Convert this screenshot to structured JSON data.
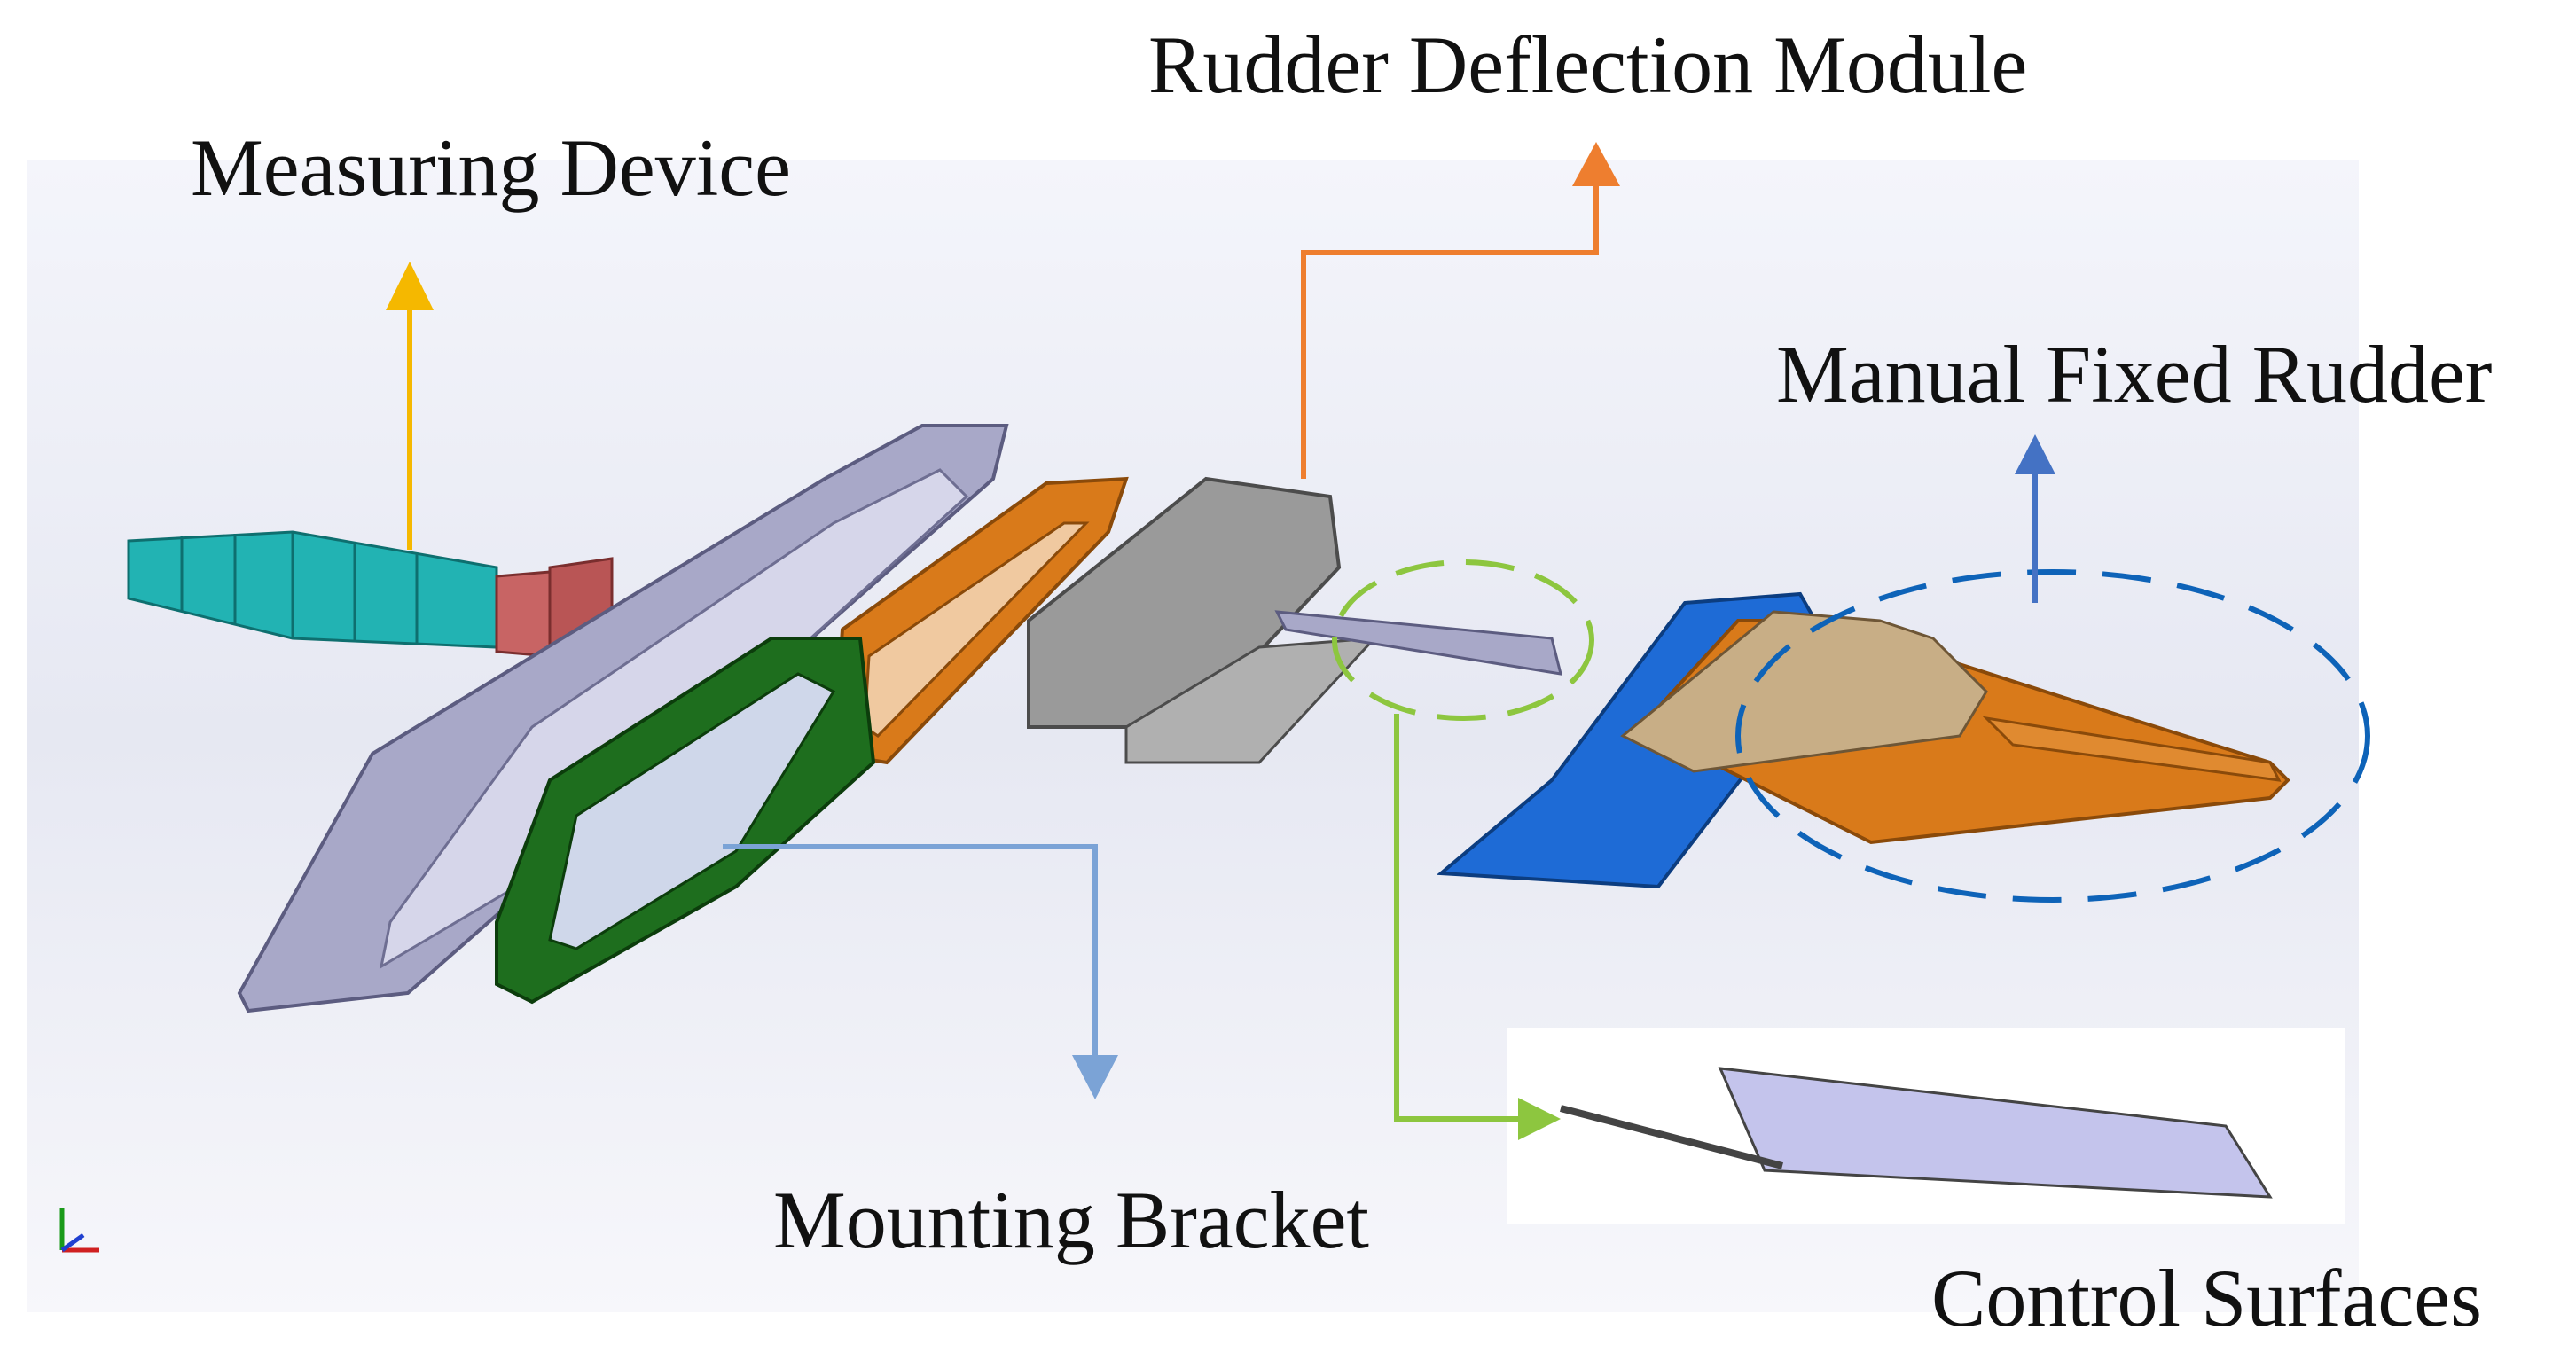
{
  "labels": {
    "measuring_device": "Measuring Device",
    "rudder_deflection_module": "Rudder Deflection Module",
    "manual_fixed_rudder": "Manual Fixed Rudder",
    "mounting_bracket": "Mounting Bracket",
    "control_surfaces": "Control Surfaces"
  },
  "colors": {
    "measuring_device_arrow": "#F5B800",
    "rudder_deflection_arrow": "#EE7E2F",
    "manual_fixed_rudder_arrow": "#4472C4",
    "mounting_bracket_arrow": "#7BA3D6",
    "control_surfaces_arrow": "#8DC63F",
    "frame_gray": "#A8A8C8",
    "bracket_green": "#1E6E1E",
    "frame_orange": "#D97A1A",
    "module_gray": "#9A9A9A",
    "device_teal": "#22B3B3",
    "device_red": "#C86464",
    "rudder_blue": "#1E6BD6",
    "rudder_tan": "#C8AE86",
    "control_surface_lavender": "#C4C4EC"
  }
}
